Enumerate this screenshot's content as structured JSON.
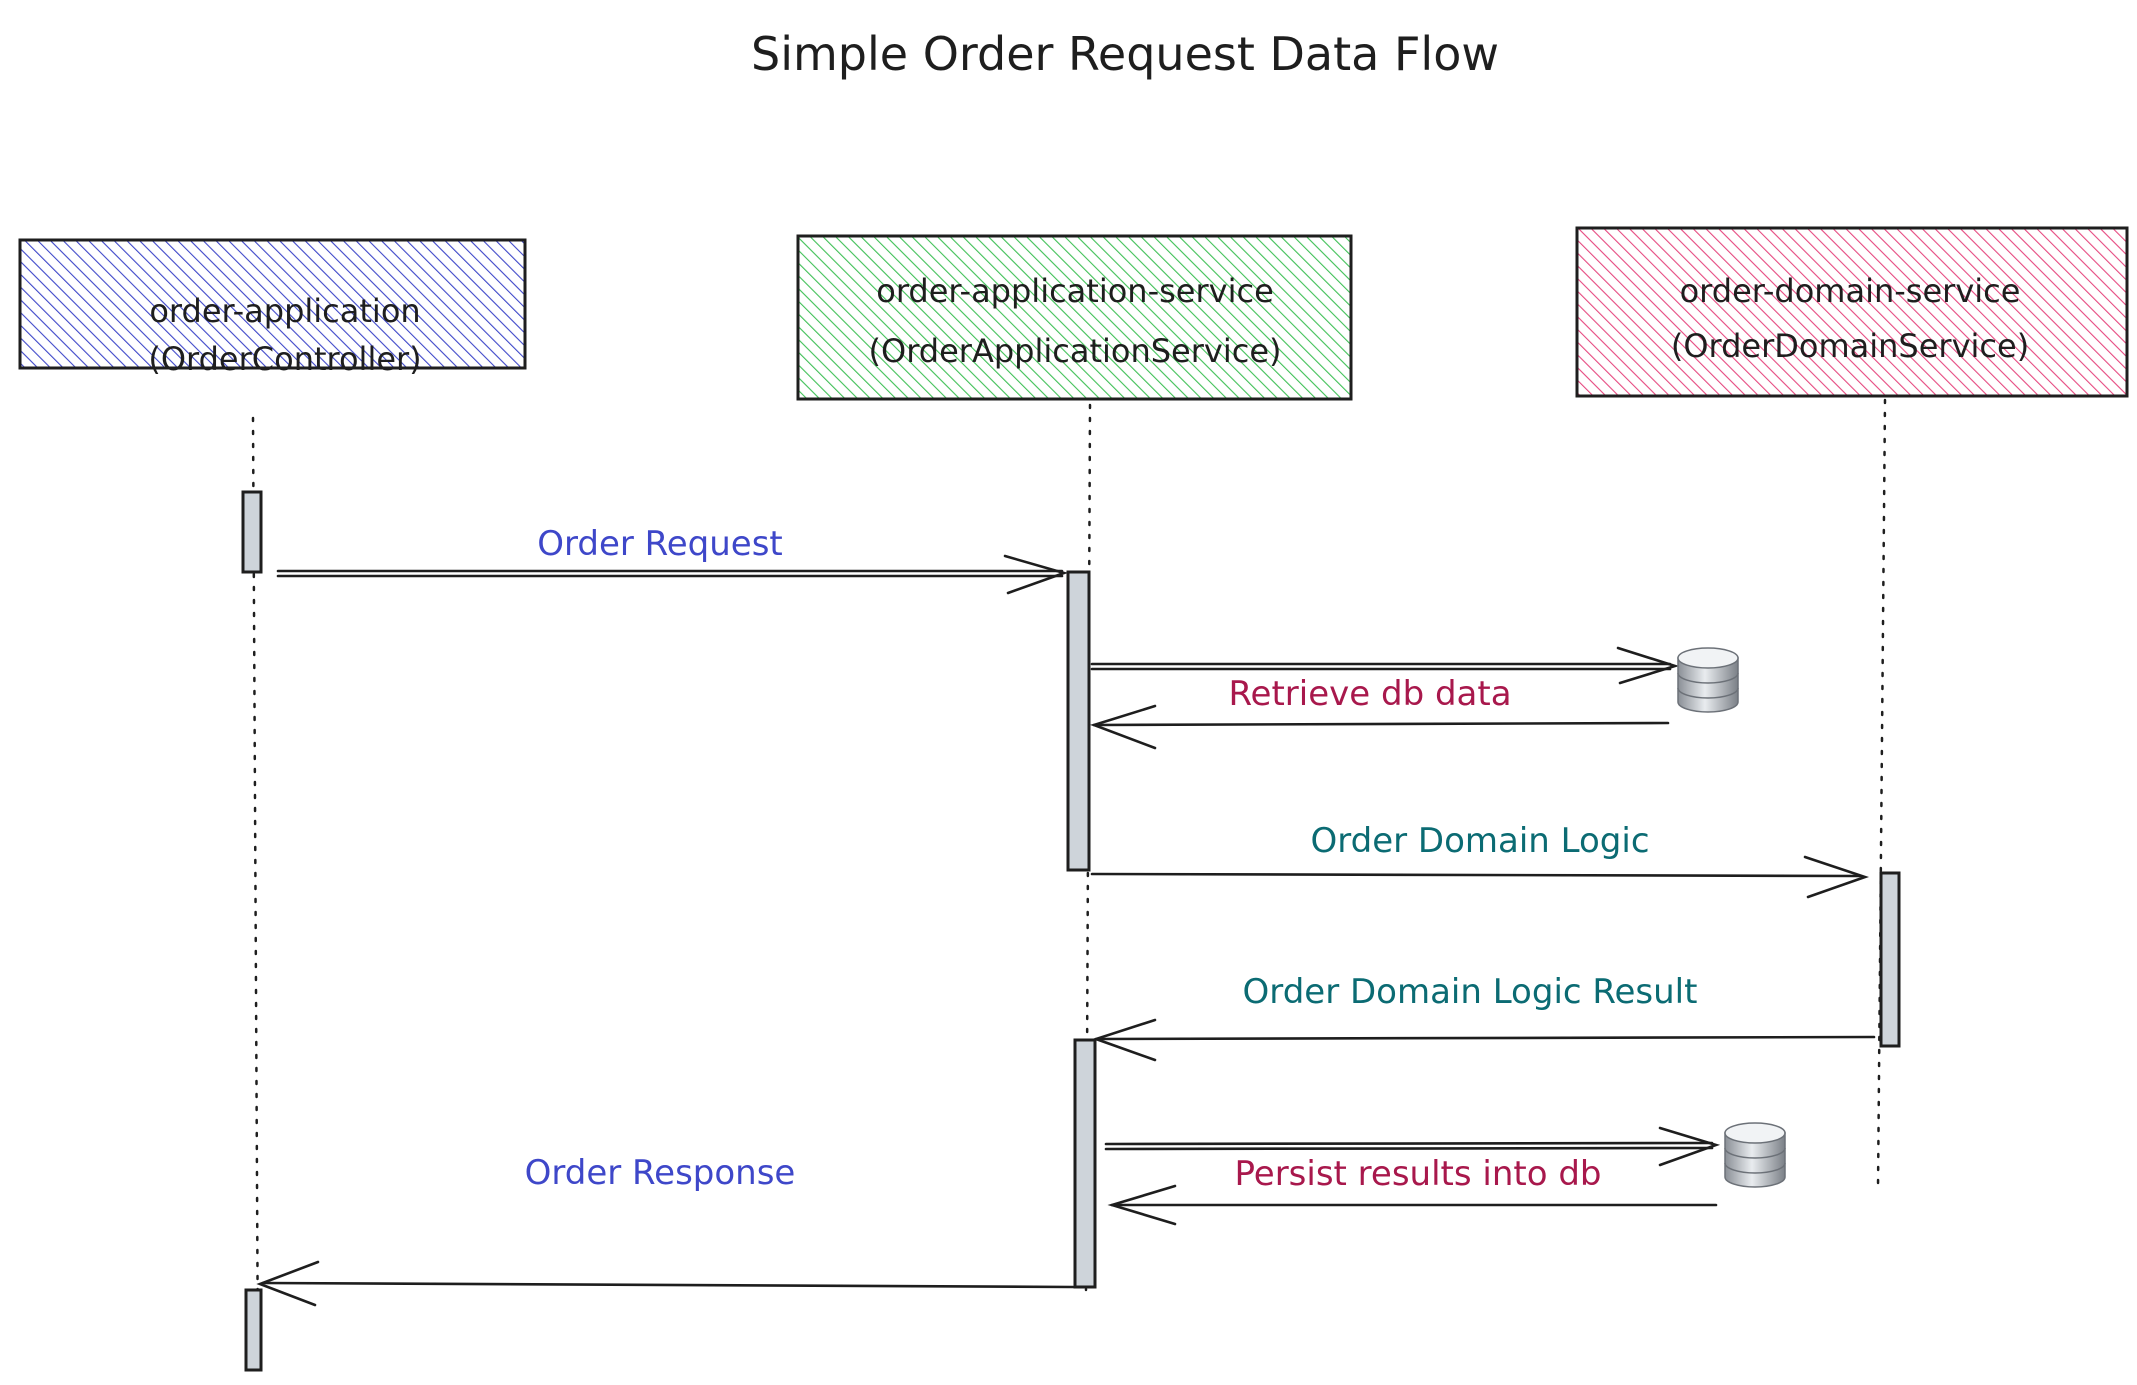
{
  "title": "Simple Order Request Data Flow",
  "participants": [
    {
      "name": "order-application",
      "class": "(OrderController)",
      "color": "#3e47c9"
    },
    {
      "name": "order-application-service",
      "class": "(OrderApplicationService)",
      "color": "#2f9e44"
    },
    {
      "name": "order-domain-service",
      "class": "(OrderDomainService)",
      "color": "#c2255c"
    }
  ],
  "messages": {
    "order_request": "Order Request",
    "retrieve_db_data": "Retrieve db data",
    "order_domain_logic": "Order Domain Logic",
    "order_domain_logic_result": "Order Domain Logic Result",
    "persist_results": "Persist results into db",
    "order_response": "Order Response"
  },
  "icons": {
    "database": "database-icon"
  }
}
